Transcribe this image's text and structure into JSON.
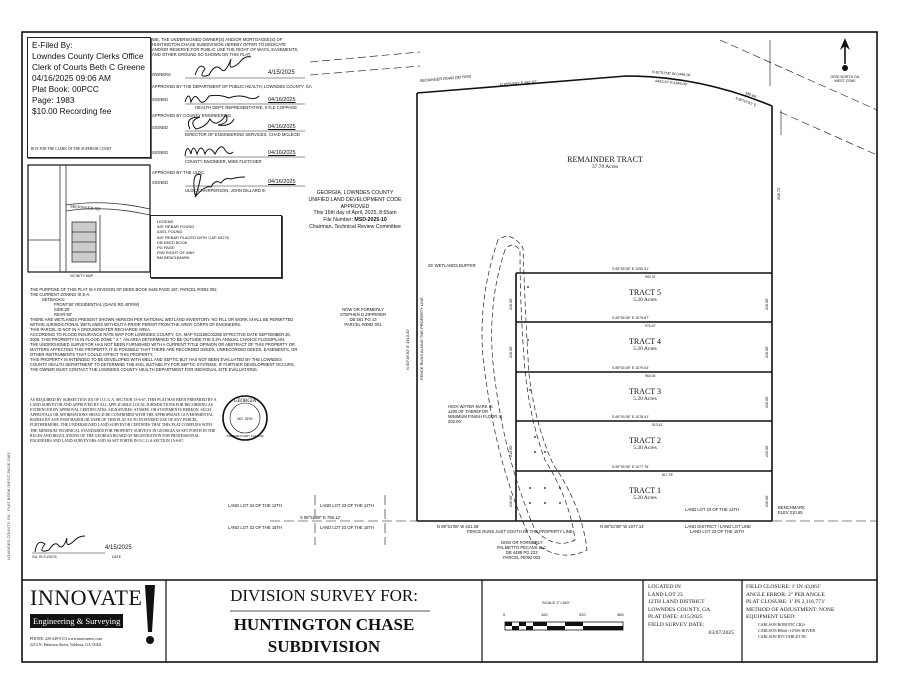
{
  "efile": {
    "lines": [
      "E-Filed By:",
      "Lowndes County Clerks Office",
      "Clerk of Courts Beth C Greene",
      "04/16/2025 09:06 AM",
      "Plat Book: 00PCC",
      "Page: 1983",
      "$10.00 Recording fee"
    ],
    "footer": "BOX FOR THE CLERK OF THE SUPERIOR COURT"
  },
  "certificate": {
    "owner_statement": "WE, THE UNDERSIGNED OWNER(S) AND/OR MORTGAGEE(S) OF HUNTINGTON CHASE SUBDIVISION HEREBY OFFER TO DEDICATE AND/OR RESERVE FOR PUBLIC USE THE RIGHT OF WAYS, EASEMENTS, AND OTHER GROUND SO SHOWN ON THIS PLAT.",
    "owners_label": "OWNERS",
    "owner_date": "4/15/2025",
    "health_label": "APPROVED BY THE DEPARTMENT OF PUBLIC HEALTH, LOWNDES COUNTY, GA",
    "health_date": "04/16/2025",
    "health_name": "HEALTH DEPT. REPRESENTATIVE, KYLE COPPAGE",
    "engineering_label": "APPROVED BY COUNTY ENGINEERING",
    "engineering_date": "04/16/2025",
    "engineering_name": "DIRECTOR OF ENGINEERING SERVICES, CHAD MCLEOD",
    "county_engineer_date": "04/16/2025",
    "county_engineer_name": "COUNTY ENGINEER, MIKE FLETCHER",
    "uldc_label": "APPROVED BY THE ULDC",
    "uldc_date": "04/16/2025",
    "uldc_name": "ULDC CHAIRPERSON, JOHN DILLARD III",
    "signed_label": "SIGNED",
    "date_label": "DATE"
  },
  "approval_stamp": {
    "lines": [
      "GEORGIA, LOWNDES COUNTY",
      "UNIFIED LAND DEVELOPMENT CODE",
      "APPROVED",
      "This 16th day of April, 2025, 8:55am"
    ],
    "file_label": "File Number:",
    "file_number": "MSD-2025-10",
    "chairman": "Chairman, Technical Review Committee"
  },
  "vicinity_map": {
    "label": "VICINITY MAP",
    "road": "SECKINGER RD"
  },
  "legend": {
    "title": "LEGEND",
    "items": [
      "5/8\" REBAR FOUND",
      "AXEL FOUND",
      "5/8\" REBAR PLACED WITH CAP #3276",
      "DB   DEED BOOK",
      "PG   PAGE",
      "R/W  RIGHT OF WAY",
      "BM   BENCHMARK"
    ]
  },
  "notes": [
    "THE PURPOSE OF THIS PLAT IS A DIVISION OF DEED BOOK 6445 PAGE 197, PARCEL #0092 002.",
    "THE CURRENT ZONING IS E-A.",
    "SETBACKS:",
    "FRONT:60' RESIDENTIAL (DAVIS RD 40'R/W)",
    "SIDE:20'",
    "REAR:50'",
    "THERE ARE WETLANDS PRESENT SHOWN HEREON PER NATIONAL WETLAND INVENTORY. NO FILL OR WORK SHALL BE PERMITTED WITHIN JURISDICTIONAL WETLANDS WITHOUT A PRIOR PERMIT FROM THE ARMY CORPS OF ENGINEERS.",
    "THIS PARCEL IS NOT IN A GROUNDWATER RECHARGE AREA.",
    "ACCORDING TO FLOOD INSURANCE RATE MAP FOR LOWNDES COUNTY, GA. MAP #13185C0325E EFFECTIVE DATE SEPTEMBER 26, 2008. THIS PROPERTY IS IN FLOOD ZONE \" X \". AN AREA DETERMINED TO BE OUTSIDE THE 0.2% ANNUAL CHANCE FLOODPLAIN.",
    "THE UNDERSIGNED SURVEYOR HAS NOT BEEN FURNISHED WITH A CURRENT TITLE OPINION OR ABSTRACT OF THIS PROPERTY OR MATTERS AFFECTING THIS PROPERTY. IT IS POSSIBLE THAT THERE ARE RECORDED DEEDS, UNRECORDED DEEDS, EASEMENTS, OR OTHER INSTRUMENTS THAT COULD AFFECT THIS PROPERTY.",
    "THIS PROPERTY IS INTENDED TO BE DEVELOPED WITH WELL AND SEPTIC BUT HAS NOT BEEN EVALUATED BY THE LOWNDES COUNTY HEALTH DEPARTMENT TO DETERMINE THE SOIL SUITABILITY FOR SEPTIC SYSTEMS. IF FURTHER DEVELOPMENT OCCURS, THE OWNER MUST CONTACT THE LOWNDES COUNTY HEALTH DEPARTMENT FOR INDIVIDUAL SITE EVALUATIONS."
  ],
  "surveyor_certificate": {
    "text": "AS REQUIRED BY SUBSECTION (d) OF O.C.G.A. SECTION 15-6-67, THIS PLAT HAS BEEN PREPARED BY A LAND SURVEYOR AND APPROVED BY ALL APPLICABLE LOCAL JURISDICTIONS FOR RECORDING AS EVIDENCED BY APPROVAL CERTIFICATES, SIGNATURES, STAMPS, OR STATEMENTS HEREON. SUCH APPROVALS OR AFFIRMATIONS SHOULD BE CONFIRMED WITH THE APPROPRIATE GOVERNMENTAL BODIES BY ANY PURCHASER OR USER OF THIS PLAT AS TO INTENDED USE OF ANY PARCEL. FURTHERMORE, THE UNDERSIGNED LAND SURVEYOR CERTIFIES THAT THIS PLAT COMPLIES WITH THE MINIMUM TECHNICAL STANDARDS FOR PROPERTY SURVEYS IN GEORGIA AS SET FORTH IN THE RULES AND REGULATIONS OF THE GEORGIA BOARD OF REGISTRATION FOR PROFESSIONAL ENGINEERS AND LAND SURVEYORS AND AS SET FORTH IN O.C.G.A SECTION 15-6-67.",
    "date": "4/15/2025",
    "rls": "GA. RLS #3276",
    "date_label": "DATE",
    "seal": {
      "top": "GEORGIA",
      "middle": "REGISTERED",
      "number": "NO. 3276",
      "bottom": "STEPHEN CODY CALLOW"
    }
  },
  "plat": {
    "road_label": "SECKINGER ROAD (80' R/W)",
    "road_bearing_1": "N 85°53'50\" E 887.07'",
    "curve_chord": "N 82°51'56\" W C449.16'",
    "curve_arc": "A452.87' R:1845.00'",
    "road_bearing_2": "S 80°37'01\" E",
    "road_distance_2": "180.96'",
    "north_label": "GRID NORTH GA WEST ZONE",
    "remainder": {
      "name": "REMAINDER TRACT",
      "acres": "37.70 Acres"
    },
    "west_line": "N 00°16'30\" E 1913.32'",
    "fence_west": "FENCE RUNS ALONG THE PROPERTY LINE",
    "east_line": "208.72'",
    "wetlands_buffer": "25' WETLANDS BUFFER",
    "high_water": "HIGH WATER MARK IS ±200.00' THEREFOR MINIMUM FINISH FLOOR IS 202.00'",
    "neighbor_west": [
      "NOW OR FORMERLY",
      "STEPHEN D ZIPPERER",
      "DB 561 PG 13",
      "PARCEL #0092 001"
    ],
    "neighbor_south": [
      "NOW OR FORMERLY",
      "PALMETTO PECANS LLC",
      "DB 4488 PG 223",
      "PARCEL #0092 003"
    ],
    "tracts": [
      {
        "name": "TRACT 5",
        "acres": "5.20 Acres",
        "bearing": "S 89°51'08\" E 1090.31'",
        "inner": "990.31'",
        "side": "210.00'"
      },
      {
        "name": "TRACT 4",
        "acres": "5.20 Acres",
        "bearing": "S 89°51'08\" E 1079.67'",
        "inner": "976.67'",
        "side": "210.00'"
      },
      {
        "name": "TRACT 3",
        "acres": "5.20 Acres",
        "bearing": "S 89°51'08\" E 1079.04'",
        "inner": "964.04'",
        "side": "210.00'"
      },
      {
        "name": "TRACT 2",
        "acres": "5.20 Acres",
        "bearing": "S 89°51'08\" E 1078.41'",
        "inner": "913.41'",
        "side": "210.00'"
      },
      {
        "name": "TRACT 1",
        "acres": "5.20 Acres",
        "bearing": "S 89°51'08\" E 1077.78'",
        "inner": "817.78'",
        "side": "210.00'"
      }
    ],
    "south_bearing_1": "N 89°51'08\" W 1077.14'",
    "south_bearing_2": "N 89°51'08\" W 421.36'",
    "south_bearing_3": "S 89°51'08\" E 756.12'",
    "fence_south": "FENCE RUNS JUST SOUTH OF THE PROPERTY LINE",
    "land_lot_23_12": "LAND LOT 23 OF THE 12TH",
    "land_lot_24_12": "LAND LOT 24 OF THE 12TH",
    "land_lot_22_15": "LAND LOT 22 OF THE 15TH",
    "land_lot_23_15": "LAND LOT 23 OF THE 15TH",
    "district_line": "LAND DISTRICT / LAND LOT LINE",
    "benchmark": [
      "BENCHMARK",
      "ELEV:210.65"
    ]
  },
  "title_block": {
    "company": "INNOVATE",
    "company_sub": "Engineering & Surveying",
    "phone": "PHONE: 229-249-9113  www.innovateeo.com",
    "address": "2214 N. Patterson Street, Valdosta, GA 31602",
    "survey_for": "DIVISION SURVEY FOR:",
    "project": [
      "HUNTINGTON CHASE",
      "SUBDIVISION"
    ],
    "scale_label": "SCALE 1\"=160'",
    "scale_ticks": [
      "0",
      "160",
      "320",
      "480"
    ],
    "location": [
      "LOCATED IN",
      "LAND LOT 23",
      "12TH LAND DISTRICT",
      "LOWNDES COUNTY, GA",
      "PLAT DATE: 4/15/2025",
      "FIELD SURVEY DATE:",
      "03/07/2025"
    ],
    "closure": [
      "FIELD CLOSURE: 1' IN 43,863'",
      "ANGLE ERROR: 2\" PER ANGLE",
      "PLAT CLOSURE: 1' IN 2,116,773'",
      "METHOD OF ADJUSTMENT: NONE",
      "EQUIPMENT USED:"
    ],
    "equipment": [
      "CARLSON ROBOTIC CR2+",
      "CARLSON BRx6+ GNSS ROVER",
      "CARLSON RT3 TABLET DC"
    ]
  }
}
